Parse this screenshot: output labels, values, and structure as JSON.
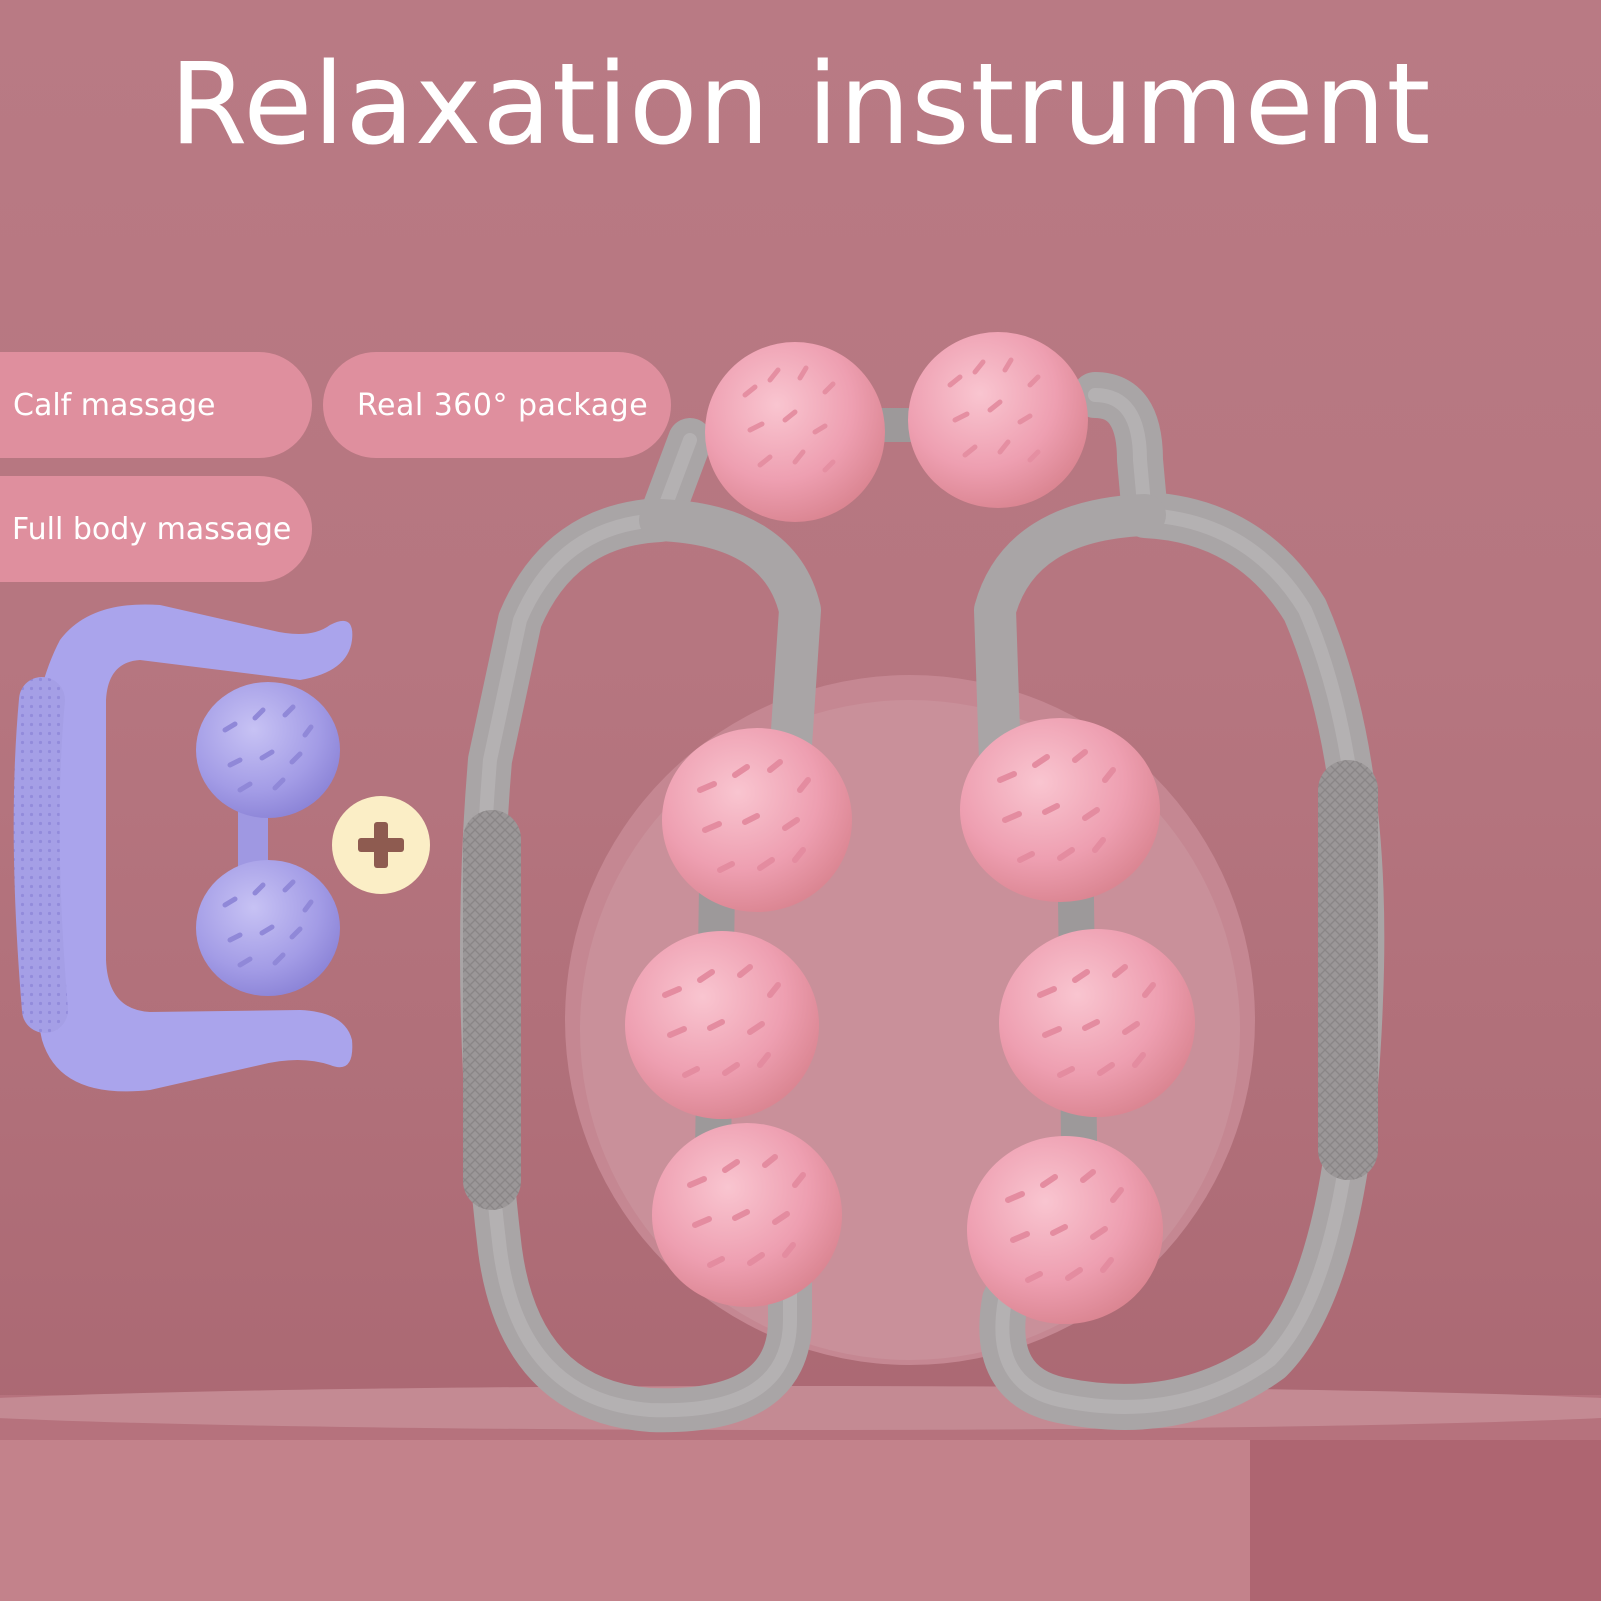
{
  "headline": "Relaxation instrument",
  "tags": {
    "calf": "Calf massage",
    "package": "Real 360° package",
    "full": "Full body massage"
  },
  "icons": {
    "plus": "plus-icon"
  },
  "colors": {
    "background": "#b67680",
    "tag": "#df8f9e",
    "roller_pink": "#f2a8b8",
    "frame_gray": "#a9a5a6",
    "mini_roller": "#a9a3ec",
    "plus_badge": "#fbeec6",
    "plus_mark": "#8e5b50"
  }
}
